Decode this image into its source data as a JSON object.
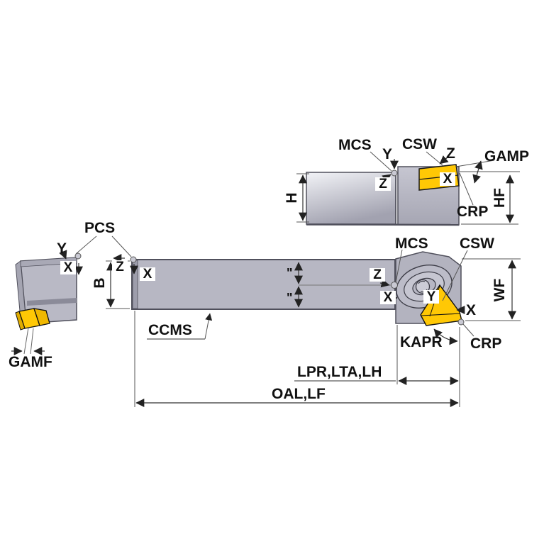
{
  "drawing_title": "Tool holder dimension drawing",
  "colors": {
    "metal": "#b7b7c3",
    "metal_dark": "#9d9dab",
    "outline": "#50505c",
    "insert_yellow": "#ffc805",
    "dimension_line": "#333333"
  },
  "labels": {
    "side_view": {
      "mcs": "MCS",
      "y": "Y",
      "csw": "CSW",
      "z_top": "Z",
      "gamp": "GAMP",
      "z_shank": "Z",
      "h": "H",
      "x_insert": "X",
      "crp": "CRP",
      "hf": "HF"
    },
    "end_view": {
      "y": "Y",
      "x": "X",
      "gamf": "GAMF"
    },
    "main_view": {
      "pcs": "PCS",
      "z_left": "Z",
      "x_left": "X",
      "b": "B",
      "half_upper": "\"",
      "half_lower": "\"",
      "ccms": "CCMS",
      "z_mid": "Z",
      "x_mid": "X",
      "mcs": "MCS",
      "csw": "CSW",
      "y_head": "Y",
      "x_head": "X",
      "kapr": "KAPR",
      "crp": "CRP",
      "wf": "WF",
      "lpr_lta_lh": "LPR,LTA,LH",
      "oal_lf": "OAL,LF"
    }
  }
}
